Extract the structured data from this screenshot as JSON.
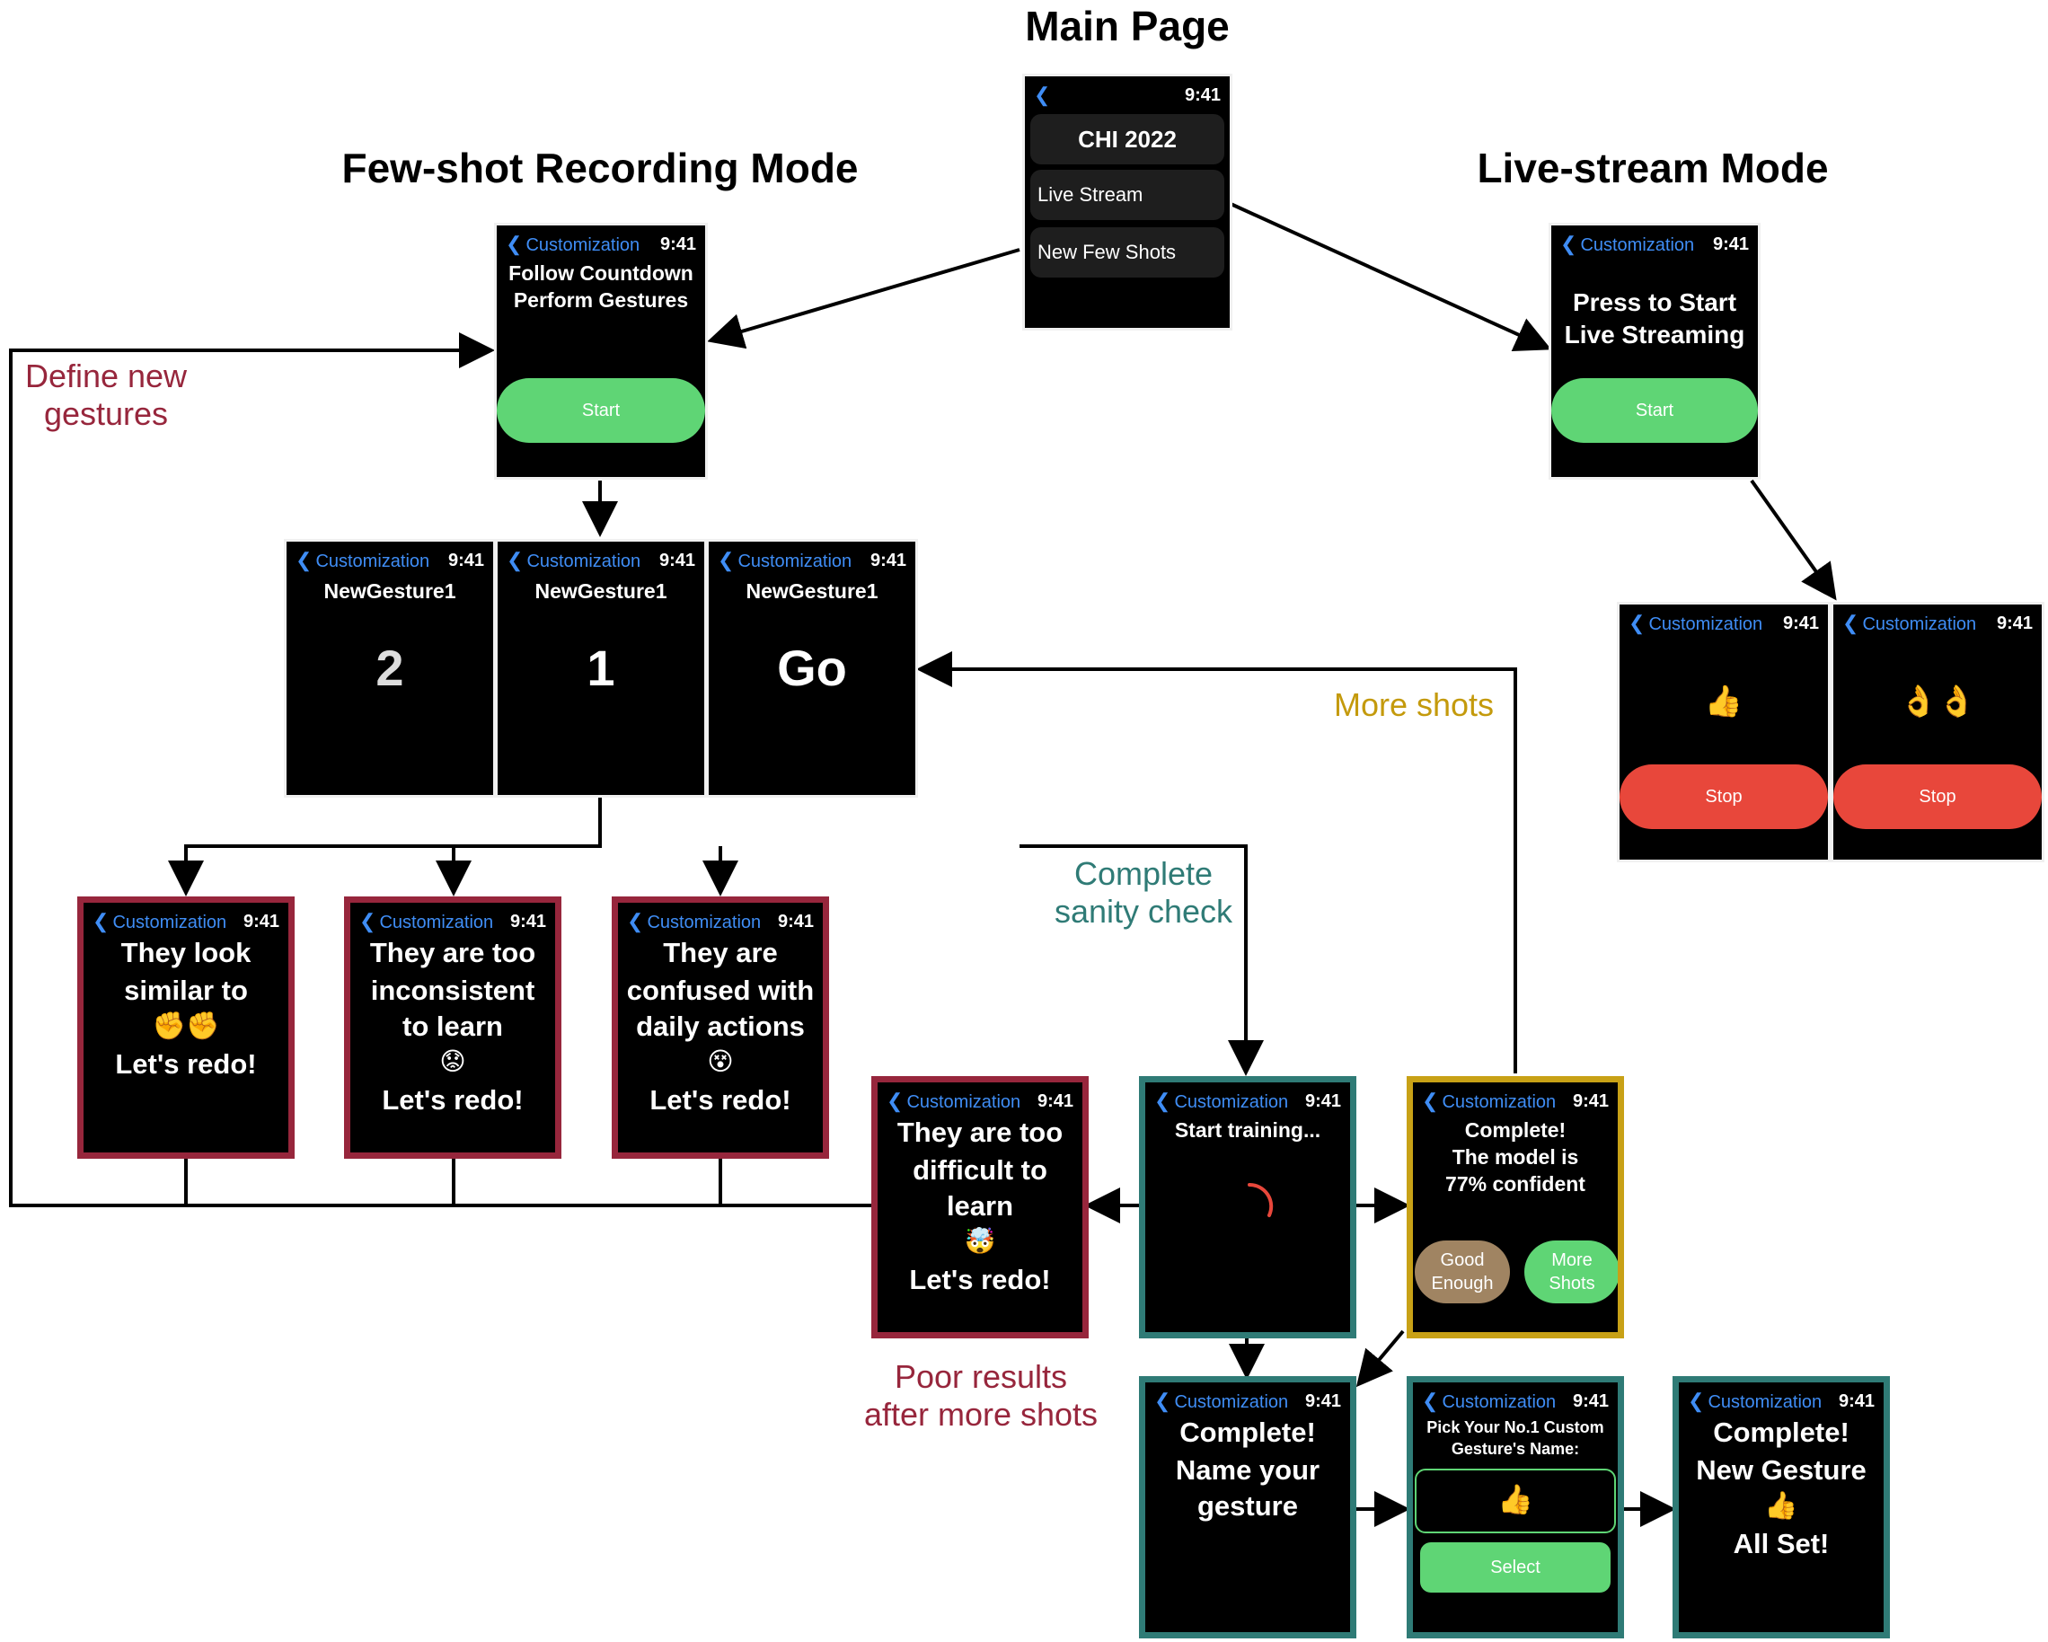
{
  "titles": {
    "main_page": "Main Page",
    "few_shot": "Few-shot Recording Mode",
    "live_stream": "Live-stream Mode"
  },
  "labels": {
    "define_new": "Define new\ngestures",
    "more_shots": "More shots",
    "sanity": "Complete\nsanity check",
    "poor_results": "Poor results\nafter more shots"
  },
  "colors": {
    "red": "#97263c",
    "teal": "#2f7b76",
    "gold": "#c49a0c",
    "green_button": "#5fd575",
    "red_button": "#e8473b",
    "back_blue": "#3f8df5"
  },
  "status": {
    "back": "Customization",
    "time": "9:41"
  },
  "main_watch": {
    "title": "CHI 2022",
    "items": [
      "Live Stream",
      "New Few Shots"
    ]
  },
  "few_shot_start": {
    "line1": "Follow Countdown",
    "line2": "Perform Gestures",
    "button": "Start"
  },
  "live_start": {
    "line1": "Press to Start",
    "line2": "Live Streaming",
    "button": "Start"
  },
  "countdown": [
    {
      "name": "NewGesture1",
      "value": "2"
    },
    {
      "name": "NewGesture1",
      "value": "1"
    },
    {
      "name": "NewGesture1",
      "value": "Go"
    }
  ],
  "live_results": [
    {
      "emoji": "👍",
      "button": "Stop"
    },
    {
      "emoji": "👌👌",
      "button": "Stop"
    }
  ],
  "redo": [
    {
      "l1": "They look",
      "l2": "similar to",
      "emoji": "✊✊",
      "l4": "Let's redo!"
    },
    {
      "l1": "They are too",
      "l2": "inconsistent",
      "l3": "to learn",
      "emoji": "😟",
      "l4": "Let's redo!"
    },
    {
      "l1": "They are",
      "l2": "confused with",
      "l3": "daily actions",
      "emoji": "😵",
      "l4": "Let's redo!"
    },
    {
      "l1": "They are too",
      "l2": "difficult to",
      "l3": "learn",
      "emoji": "🤯",
      "l4": "Let's redo!"
    }
  ],
  "training": {
    "text": "Start training..."
  },
  "complete_conf": {
    "l1": "Complete!",
    "l2": "The model is",
    "l3": "77% confident",
    "btn1": "Good\nEnough",
    "btn2": "More\nShots"
  },
  "name_gesture": {
    "l1": "Complete!",
    "l2": "Name your",
    "l3": "gesture"
  },
  "pick_name": {
    "l1": "Pick Your No.1 Custom",
    "l2": "Gesture's Name:",
    "emoji": "👍",
    "button": "Select"
  },
  "all_set": {
    "l1": "Complete!",
    "l2": "New Gesture",
    "emoji": "👍",
    "l4": "All Set!"
  }
}
